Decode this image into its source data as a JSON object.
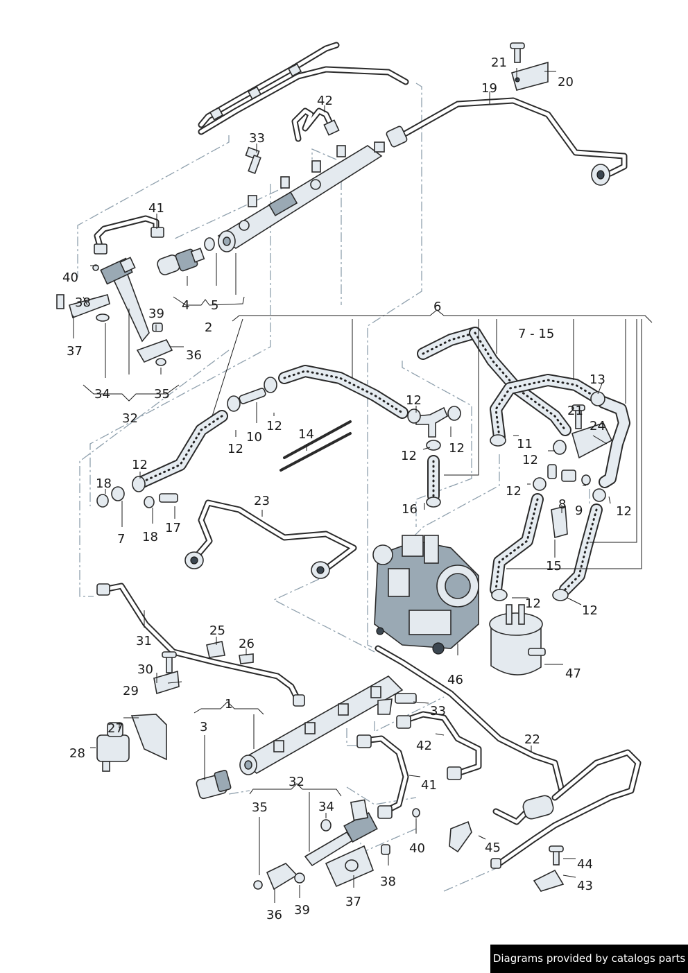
{
  "labels": {
    "l1": "1",
    "l2": "2",
    "l3": "3",
    "l4": "4",
    "l5": "5",
    "l6": "6",
    "l7": "7",
    "l7_15": "7 - 15",
    "l8": "8",
    "l9": "9",
    "l10": "10",
    "l11": "11",
    "l12": "12",
    "l13": "13",
    "l14": "14",
    "l15": "15",
    "l16": "16",
    "l17": "17",
    "l18": "18",
    "l19": "19",
    "l20": "20",
    "l21": "21",
    "l22": "22",
    "l23": "23",
    "l24": "24",
    "l25": "25",
    "l26": "26",
    "l27": "27",
    "l28": "28",
    "l29": "29",
    "l30": "30",
    "l31": "31",
    "l32": "32",
    "l33": "33",
    "l34": "34",
    "l35": "35",
    "l36": "36",
    "l37": "37",
    "l38": "38",
    "l39": "39",
    "l40": "40",
    "l41": "41",
    "l42": "42",
    "l43": "43",
    "l44": "44",
    "l45": "45",
    "l46": "46",
    "l47": "47"
  },
  "footer": {
    "text": "Diagrams provided by catalogs parts"
  },
  "colors": {
    "line": "#1a1a1a",
    "dash": "#8fa0ad",
    "part_fill": "#e4eaef",
    "footer_bg": "#000000"
  }
}
